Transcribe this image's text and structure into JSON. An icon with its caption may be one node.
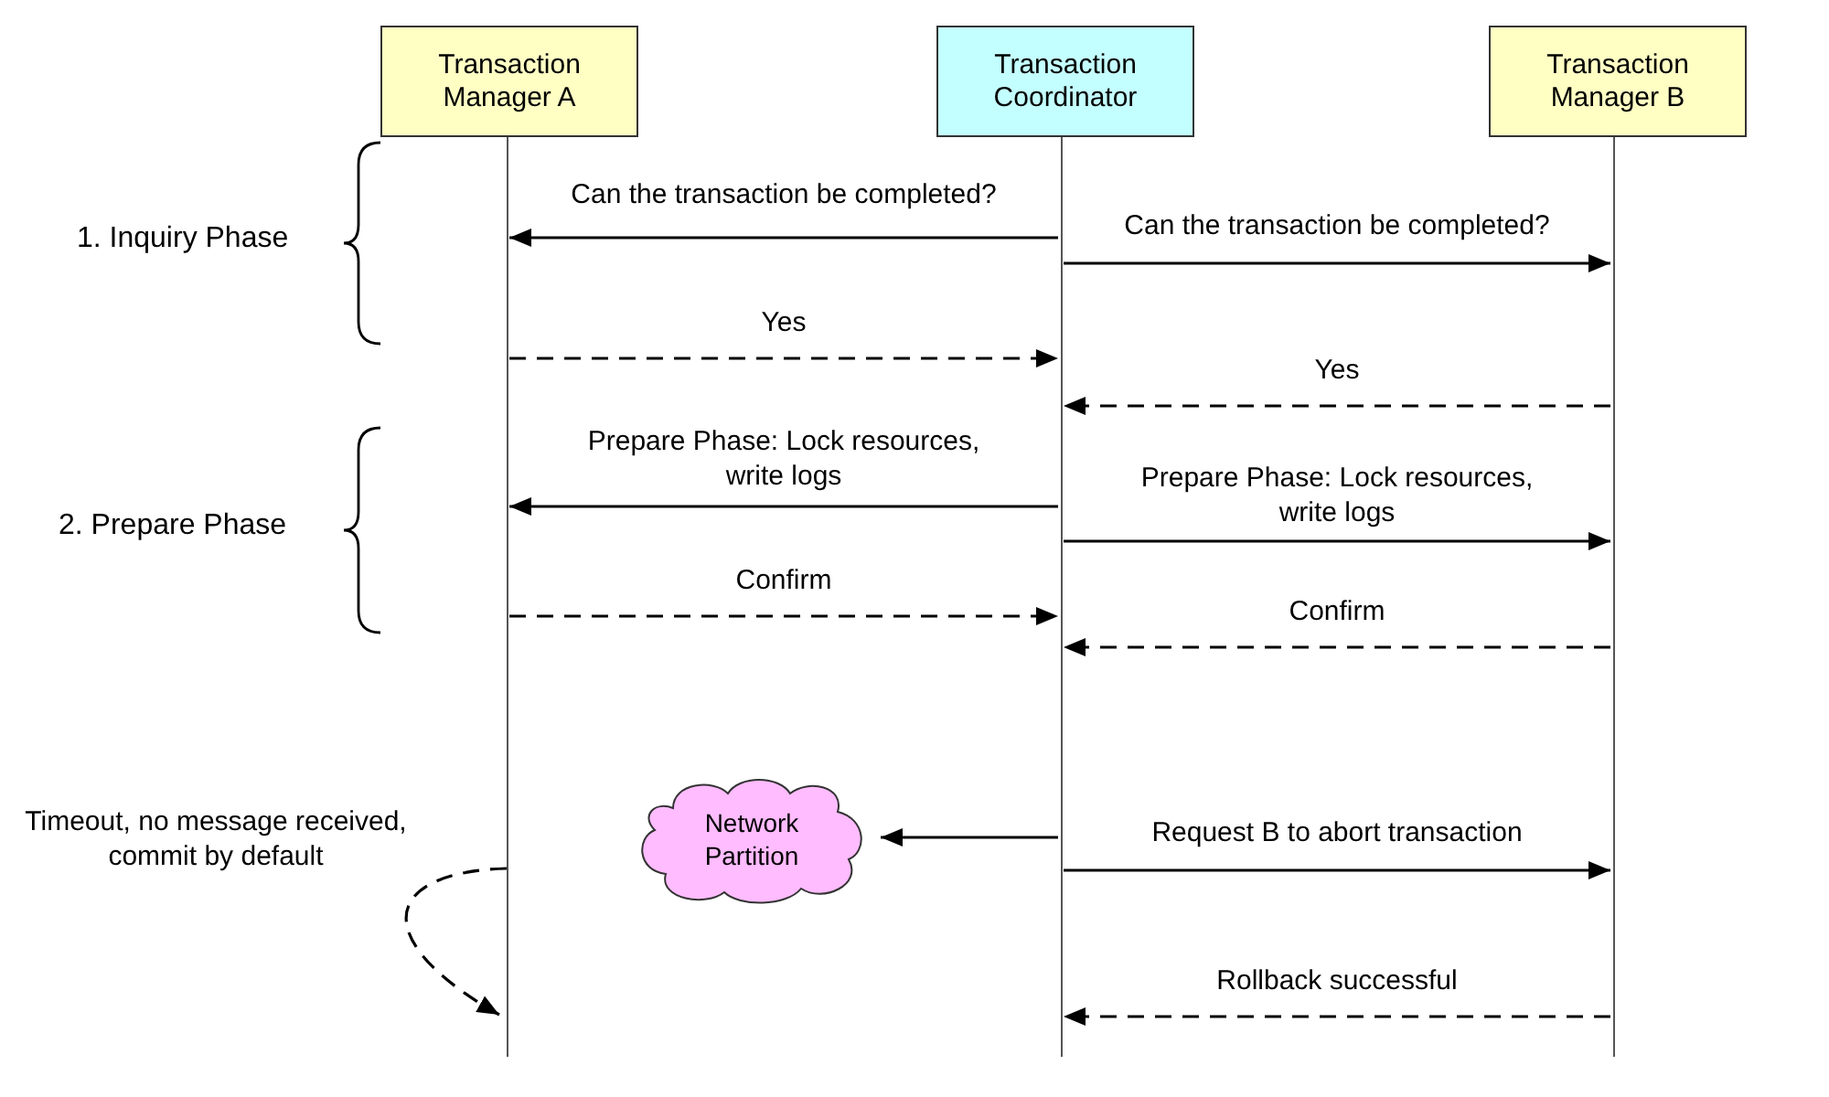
{
  "diagram": {
    "nodes": [
      {
        "text": [
          "Transaction Manager A"
        ]
      },
      {
        "text": [
          "Transaction Coordinator"
        ]
      },
      {
        "text": [
          "Transaction Manager B"
        ]
      },
      {
        "text": [
          "Network Partition"
        ]
      }
    ],
    "edges": [
      {
        "from": 1,
        "to": 0,
        "arrow": "to",
        "label": "Can the transaction be completed?"
      },
      {
        "from": 1,
        "to": 2,
        "arrow": "to",
        "label": "Can the transaction be completed?"
      },
      {
        "from": 0,
        "to": 1,
        "arrow": "to",
        "label": "Yes",
        "style": "dashed"
      },
      {
        "from": 2,
        "to": 1,
        "arrow": "to",
        "label": "Yes",
        "style": "dashed"
      },
      {
        "from": 1,
        "to": 0,
        "arrow": "to",
        "label": "Prepare Phase: Lock resources, write logs"
      },
      {
        "from": 1,
        "to": 2,
        "arrow": "to",
        "label": "Prepare Phase: Lock resources, write logs"
      },
      {
        "from": 0,
        "to": 1,
        "arrow": "to",
        "label": "Confirm",
        "style": "dashed"
      },
      {
        "from": 2,
        "to": 1,
        "arrow": "to",
        "label": "Confirm",
        "style": "dashed"
      },
      {
        "from": 1,
        "to": 3,
        "arrow": "to"
      },
      {
        "from": 1,
        "to": 2,
        "arrow": "to",
        "label": "Request B to abort transaction"
      },
      {
        "from": 2,
        "to": 1,
        "arrow": "to",
        "label": "Rollback successful",
        "style": "dashed"
      },
      {
        "from": 0,
        "to": 0,
        "arrow": "to",
        "label": "Timeout, no message received, commit by default",
        "style": "dashed"
      }
    ],
    "labels": [
      "1. Inquiry Phase",
      "2. Prepare Phase"
    ]
  }
}
